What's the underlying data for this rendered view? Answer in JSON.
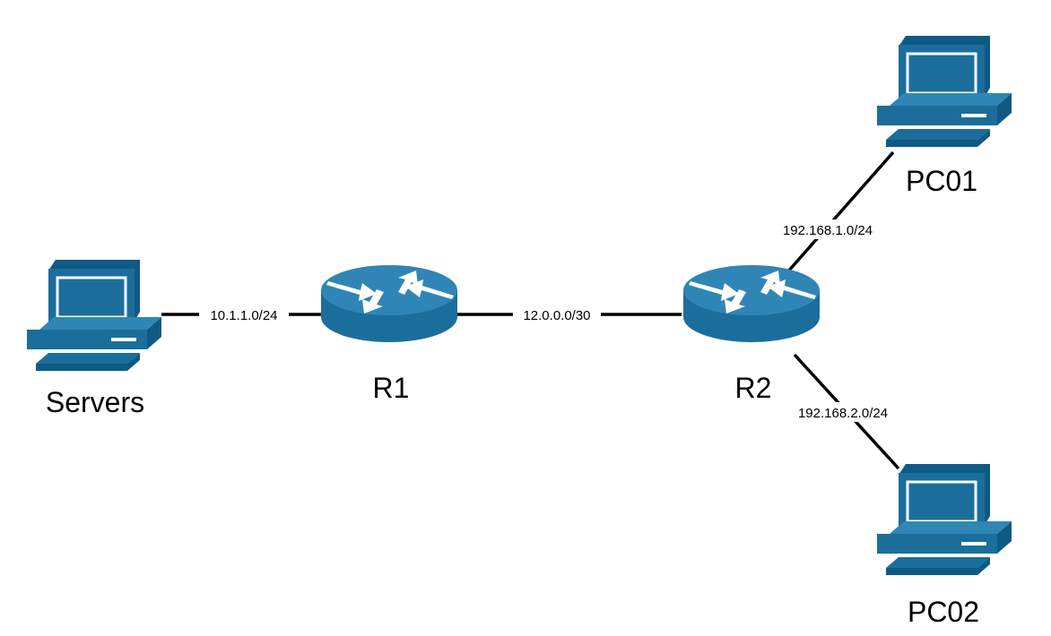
{
  "colors": {
    "device_fill": "#1b6e9c",
    "device_light": "#2f86b6",
    "device_dark": "#0f5a85",
    "device_outline": "#ffffff",
    "link": "#000000",
    "background": "#ffffff"
  },
  "nodes": {
    "servers": {
      "label": "Servers",
      "icon": "workstation-icon"
    },
    "r1": {
      "label": "R1",
      "icon": "router-icon"
    },
    "r2": {
      "label": "R2",
      "icon": "router-icon"
    },
    "pc01": {
      "label": "PC01",
      "icon": "workstation-icon"
    },
    "pc02": {
      "label": "PC02",
      "icon": "workstation-icon"
    }
  },
  "links": {
    "servers_r1": {
      "from": "Servers",
      "to": "R1",
      "label": "10.1.1.0/24"
    },
    "r1_r2": {
      "from": "R1",
      "to": "R2",
      "label": "12.0.0.0/30"
    },
    "r2_pc01": {
      "from": "R2",
      "to": "PC01",
      "label": "192.168.1.0/24"
    },
    "r2_pc02": {
      "from": "R2",
      "to": "PC02",
      "label": "192.168.2.0/24"
    }
  }
}
